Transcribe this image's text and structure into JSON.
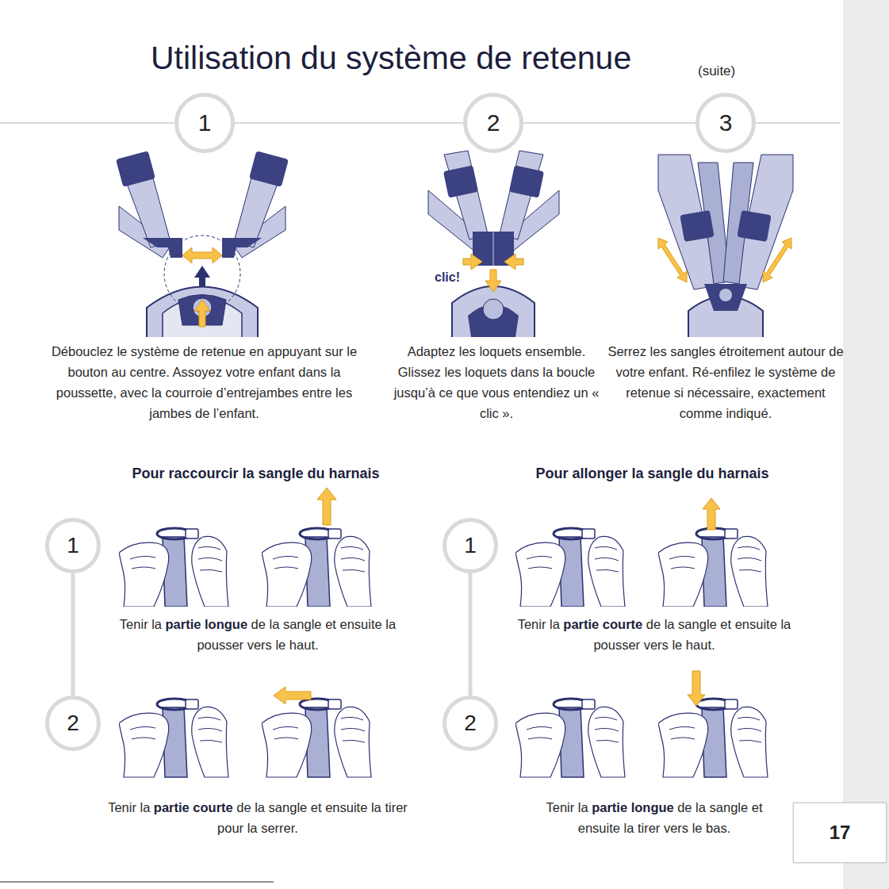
{
  "diagram": {
    "title": "Utilisation du système de retenue",
    "nodes": [
      {
        "text": [
          "1"
        ]
      },
      {
        "text": [
          "2"
        ]
      },
      {
        "text": [
          "3"
        ]
      },
      {
        "text": [
          "1"
        ]
      },
      {
        "text": [
          "2"
        ]
      },
      {
        "text": [
          "1"
        ]
      },
      {
        "text": [
          "2"
        ]
      },
      {
        "text": [
          "17"
        ]
      }
    ],
    "edges": [
      {
        "from": 0,
        "to": 1,
        "arrow": "none"
      },
      {
        "from": 1,
        "to": 2,
        "arrow": "none"
      },
      {
        "from": 3,
        "to": 4,
        "arrow": "none"
      },
      {
        "from": 5,
        "to": 6,
        "arrow": "none"
      }
    ],
    "labels": [
      "(suite)",
      "Débouclez le système de retenue en appuyant sur le bouton au centre. Assoyez votre enfant dans la poussette, avec la courroie d’entrejambes entre les jambes de l’enfant.",
      "clic!",
      "Adaptez les loquets ensemble. Glissez les loquets dans la boucle jusqu’à ce que vous entendiez un « clic ».",
      "Serrez les sangles étroitement autour de votre enfant. Ré-enfilez le système de retenue si nécessaire, exactement comme indiqué.",
      "Pour raccourcir la sangle du harnais",
      "Tenir la",
      "partie longue",
      "de la sangle et ensuite la pousser vers le haut.",
      "Tenir la",
      "partie courte",
      "de la sangle et ensuite la tirer pour la serrer.",
      "Pour allonger la sangle du harnais",
      "Tenir la",
      "partie courte",
      "de la sangle et ensuite la pousser vers le haut.",
      "Tenir la",
      "partie longue",
      "de la sangle et ensuite la tirer vers le bas."
    ]
  }
}
